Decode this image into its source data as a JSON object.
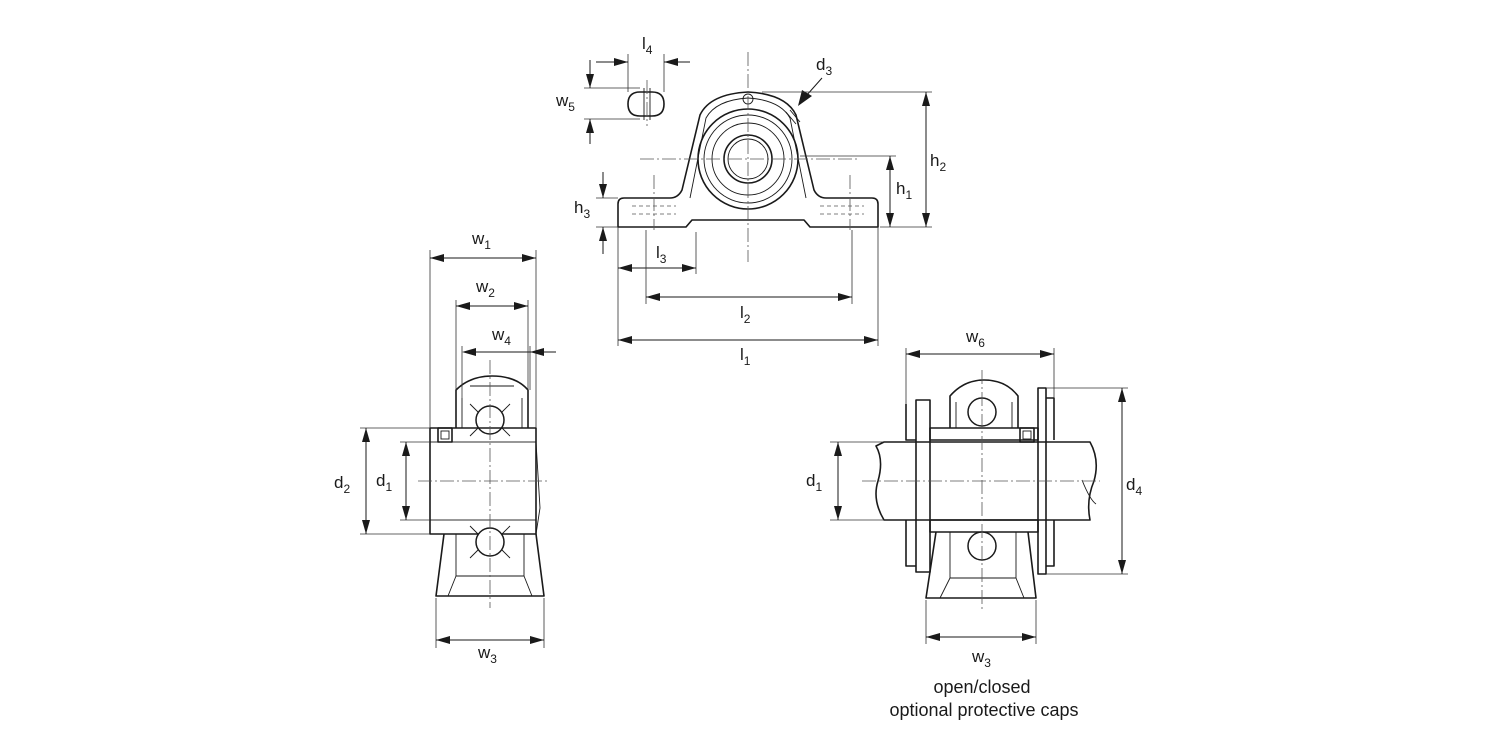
{
  "labels": {
    "l4": {
      "main": "l",
      "sub": "4"
    },
    "d3": {
      "main": "d",
      "sub": "3"
    },
    "w5": {
      "main": "w",
      "sub": "5"
    },
    "h2": {
      "main": "h",
      "sub": "2"
    },
    "h1": {
      "main": "h",
      "sub": "1"
    },
    "h3": {
      "main": "h",
      "sub": "3"
    },
    "l3": {
      "main": "l",
      "sub": "3"
    },
    "l2": {
      "main": "l",
      "sub": "2"
    },
    "l1": {
      "main": "l",
      "sub": "1"
    },
    "w1": {
      "main": "w",
      "sub": "1"
    },
    "w2": {
      "main": "w",
      "sub": "2"
    },
    "w4": {
      "main": "w",
      "sub": "4"
    },
    "d2": {
      "main": "d",
      "sub": "2"
    },
    "d1_left": {
      "main": "d",
      "sub": "1"
    },
    "w3_left": {
      "main": "w",
      "sub": "3"
    },
    "w6": {
      "main": "w",
      "sub": "6"
    },
    "d1_right": {
      "main": "d",
      "sub": "1"
    },
    "d4": {
      "main": "d",
      "sub": "4"
    },
    "w3_right": {
      "main": "w",
      "sub": "3"
    }
  },
  "caption": {
    "line1": "open/closed",
    "line2": "optional protective caps"
  }
}
